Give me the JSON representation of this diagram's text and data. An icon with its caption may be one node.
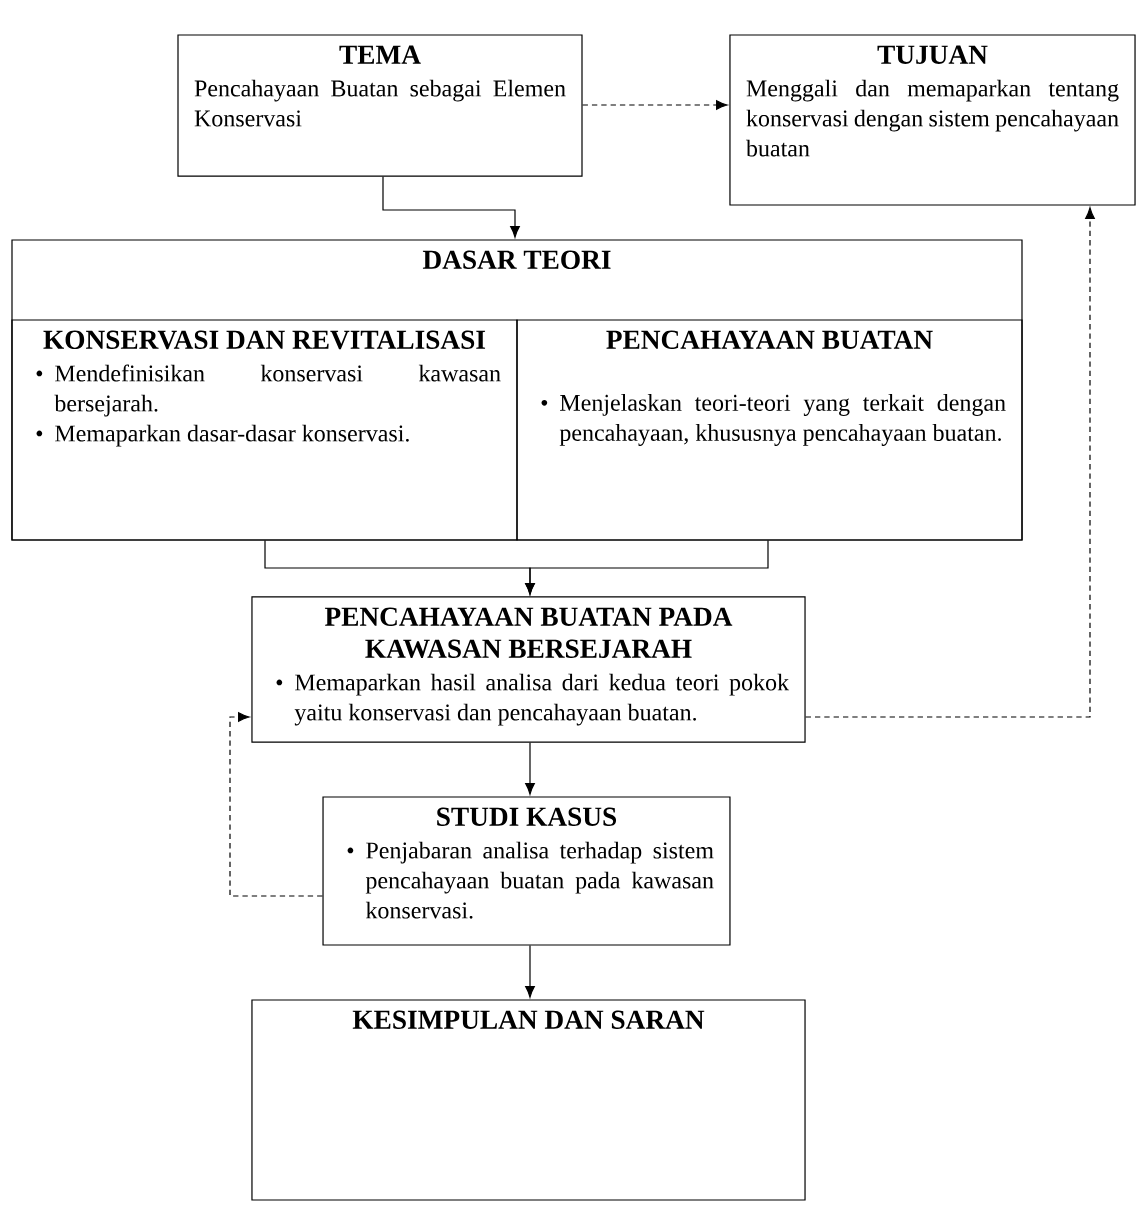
{
  "diagram": {
    "nodes": [
      {
        "text": [
          "TEMA",
          "Pencahayaan Buatan sebagai Elemen Konservasi"
        ]
      },
      {
        "text": [
          "TUJUAN",
          "Menggali dan memaparkan tentang konservasi dengan sistem pencahayaan buatan"
        ]
      },
      {
        "text": [
          "DASAR TEORI"
        ]
      },
      {
        "text": [
          "KONSERVASI DAN REVITALISASI",
          "Mendefinisikan konservasi kawasan bersejarah.",
          "Memaparkan dasar-dasar konservasi."
        ],
        "in": 2
      },
      {
        "text": [
          "PENCAHAYAAN BUATAN",
          "Menjelaskan teori-teori yang terkait dengan pencahayaan, khususnya pencahayaan buatan."
        ],
        "in": 2
      },
      {
        "text": [
          "PENCAHAYAAN BUATAN PADA KAWASAN BERSEJARAH",
          "Memaparkan hasil analisa dari kedua teori pokok yaitu konservasi dan pencahayaan buatan."
        ]
      },
      {
        "text": [
          "STUDI KASUS",
          "Penjabaran analisa terhadap sistem pencahayaan buatan pada kawasan konservasi."
        ]
      },
      {
        "text": [
          "KESIMPULAN DAN SARAN"
        ]
      }
    ],
    "edges": [
      {
        "from": 0,
        "to": 1,
        "arrow": "to",
        "style": "dashed"
      },
      {
        "from": 0,
        "to": 2,
        "arrow": "to"
      },
      {
        "from": 3,
        "to": 5,
        "arrow": "to"
      },
      {
        "from": 4,
        "to": 5,
        "arrow": "to"
      },
      {
        "from": 5,
        "to": 1,
        "arrow": "to",
        "style": "dashed"
      },
      {
        "from": 5,
        "to": 6,
        "arrow": "to"
      },
      {
        "from": 6,
        "to": 5,
        "arrow": "to",
        "style": "dashed"
      },
      {
        "from": 6,
        "to": 7,
        "arrow": "to"
      }
    ],
    "labels": [
      "•",
      "•",
      "•",
      "•",
      "•"
    ]
  }
}
